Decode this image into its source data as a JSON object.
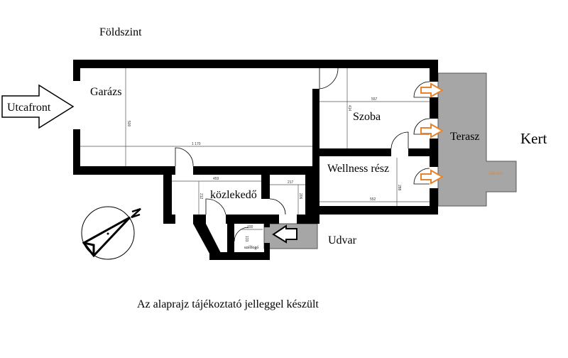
{
  "title": "Földszint",
  "caption": "Az alaprajz tájékoztató jelleggel készült",
  "labels": {
    "street": "Utcafront",
    "garage": "Garázs",
    "room": "Szoba",
    "wellness": "Wellness rész",
    "terrace": "Terasz",
    "garden": "Kert",
    "corridor": "közlekedő",
    "yard": "Udvar",
    "vestibule": "szélfogó",
    "terrace_extension": "Jakuzzi"
  },
  "dimensions": {
    "garage_height": "500",
    "garage_width": "1 170",
    "room_width": "557",
    "room_height": "414",
    "wellness_width": "552",
    "wellness_height": "288",
    "corridor_width": "459",
    "corridor_height": "212",
    "small_room_width": "217",
    "small_room_height": "206",
    "vestibule_width": "100",
    "vestibule_height": "133"
  },
  "colors": {
    "wall": "#000000",
    "terrace": "#a6a6a6",
    "arrow_orange": "#e8832a"
  },
  "compass": {
    "north": "N"
  }
}
